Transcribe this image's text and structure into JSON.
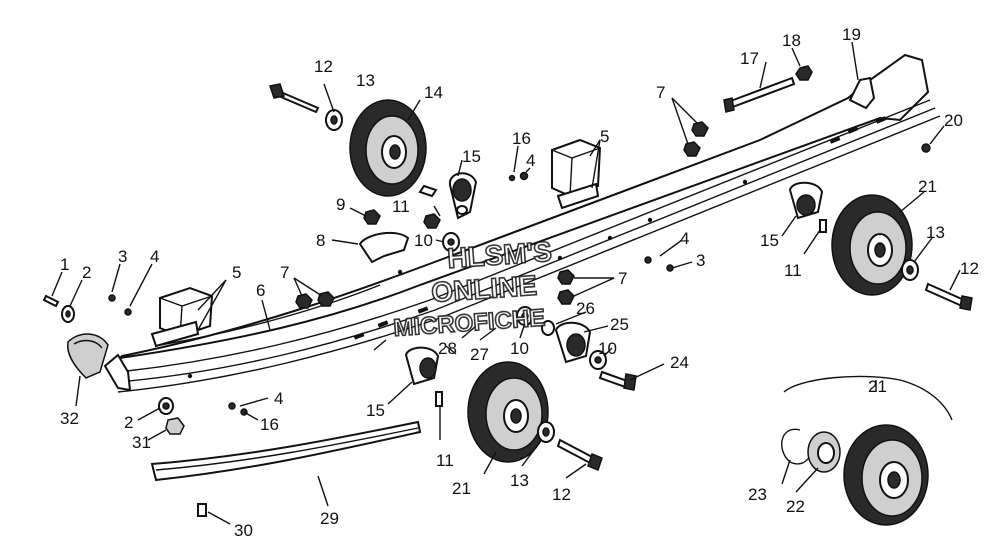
{
  "watermark": {
    "line1": "HLSM'S",
    "line2": "ONLINE",
    "line3": "MICROFICHE"
  },
  "callouts": {
    "c1": "1",
    "c2a": "2",
    "c2b": "2",
    "c3a": "3",
    "c3b": "3",
    "c4a": "4",
    "c4b": "4",
    "c4c": "4",
    "c4d": "4",
    "c5a": "5",
    "c5b": "5",
    "c6": "6",
    "c7a": "7",
    "c7b": "7",
    "c7c": "7",
    "c8": "8",
    "c9": "9",
    "c10a": "10",
    "c10b": "10",
    "c10c": "10",
    "c11a": "11",
    "c11b": "11",
    "c11c": "11",
    "c12a": "12",
    "c12b": "12",
    "c12c": "12",
    "c13a": "13",
    "c13b": "13",
    "c13c": "13",
    "c14": "14",
    "c15a": "15",
    "c15b": "15",
    "c15c": "15",
    "c16a": "16",
    "c16b": "16",
    "c17": "17",
    "c18": "18",
    "c19": "19",
    "c20": "20",
    "c21a": "21",
    "c21b": "21",
    "c21c": "21",
    "c22": "22",
    "c23": "23",
    "c24": "24",
    "c25": "25",
    "c26": "26",
    "c27": "27",
    "c28": "28",
    "c29": "29",
    "c30": "30",
    "c31": "31",
    "c32": "32"
  }
}
